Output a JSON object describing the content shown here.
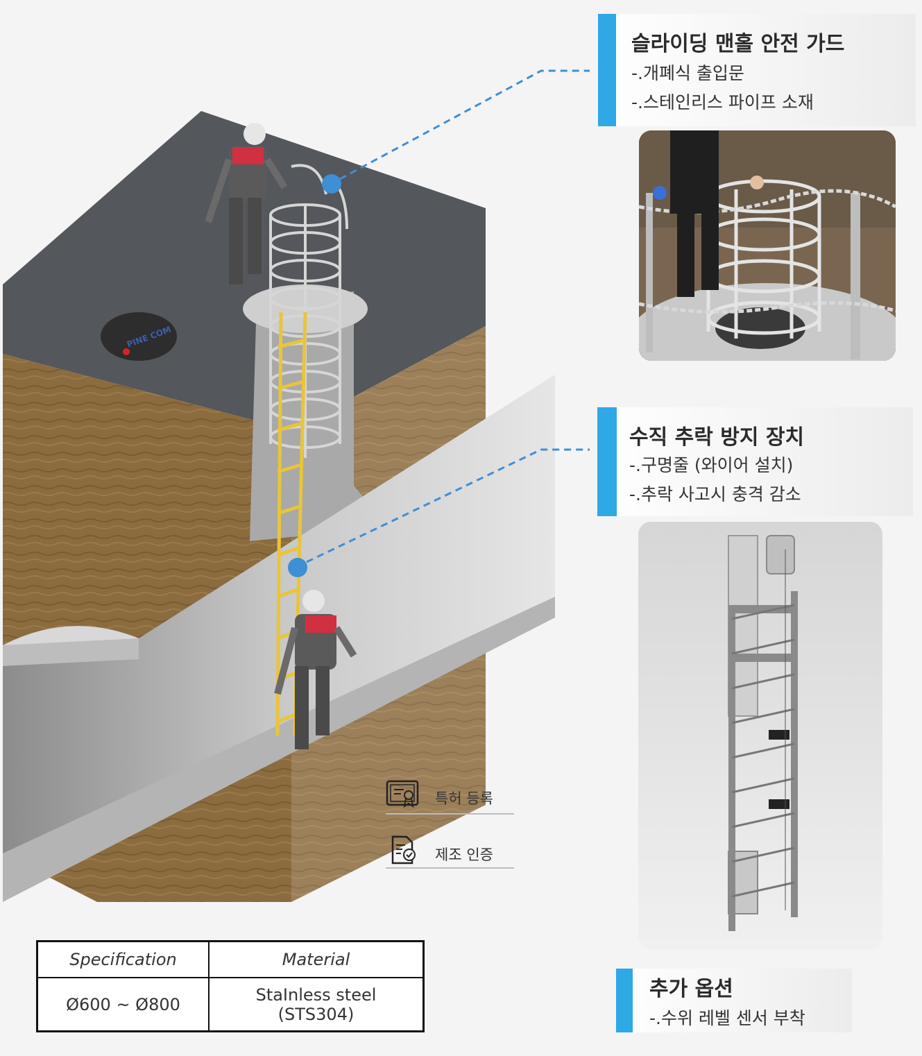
{
  "callouts": [
    {
      "title": "슬라이딩 맨홀 안전 가드",
      "lines": [
        "-.개폐식 출입문",
        "-.스테인리스 파이프 소재"
      ]
    },
    {
      "title": "수직 추락 방지 장치",
      "lines": [
        "-.구명줄 (와이어 설치)",
        "-.추락 사고시 충격 감소"
      ]
    },
    {
      "title": "추가 옵션",
      "lines": [
        "-.수위 레벨 센서 부착"
      ]
    }
  ],
  "badges": [
    {
      "label": "특허 등록",
      "icon": "patent-certificate-icon"
    },
    {
      "label": "제조 인증",
      "icon": "manufacturing-certification-icon"
    }
  ],
  "spec_table": {
    "headers": [
      "Specification",
      "Material"
    ],
    "row": {
      "spec": "Ø600 ~ Ø800",
      "material_line1": "StaInless steel",
      "material_line2": "(STS304)"
    }
  },
  "manhole_cover_text": "PINE COM",
  "colors": {
    "accent": "#2fa8e6",
    "marker": "#3d8fd6",
    "ladder": "#e8c53a",
    "soil": "#8a6a3c",
    "asphalt": "#55585c"
  }
}
